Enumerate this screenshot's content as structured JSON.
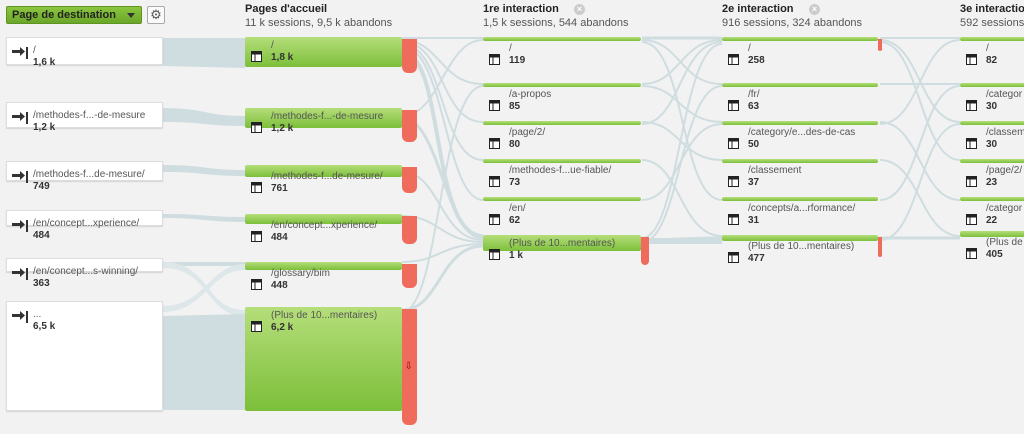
{
  "toolbar": {
    "dimension_label": "Page de destination"
  },
  "columns": [
    {
      "title": "Pages d'accueil",
      "subtitle": "11 k sessions, 9,5 k abandons",
      "closable": false
    },
    {
      "title": "1re interaction",
      "subtitle": "1,5 k sessions, 544 abandons",
      "closable": true
    },
    {
      "title": "2e interaction",
      "subtitle": "916 sessions, 324 abandons",
      "closable": true
    },
    {
      "title": "3e interaction",
      "subtitle": "592 sessions,",
      "closable": true
    }
  ],
  "sources": [
    {
      "label": "/",
      "count": "1,6 k"
    },
    {
      "label": "/methodes-f...-de-mesure",
      "count": "1,2 k"
    },
    {
      "label": "/methodes-f...de-mesure/",
      "count": "749"
    },
    {
      "label": "/en/concept...xperience/",
      "count": "484"
    },
    {
      "label": "/en/concept...s-winning/",
      "count": "363"
    },
    {
      "label": "...",
      "count": "6,5 k"
    }
  ],
  "landing": [
    {
      "label": "/",
      "count": "1,8 k"
    },
    {
      "label": "/methodes-f...-de-mesure",
      "count": "1,2 k"
    },
    {
      "label": "/methodes-f...de-mesure/",
      "count": "761"
    },
    {
      "label": "/en/concept...xperience/",
      "count": "484"
    },
    {
      "label": "/glossary/bim",
      "count": "448"
    },
    {
      "label": "(Plus de 10...mentaires)",
      "count": "6,2 k"
    }
  ],
  "interaction1": [
    {
      "label": "/",
      "count": "119"
    },
    {
      "label": "/a-propos",
      "count": "85"
    },
    {
      "label": "/page/2/",
      "count": "80"
    },
    {
      "label": "/methodes-f...ue-fiable/",
      "count": "73"
    },
    {
      "label": "/en/",
      "count": "62"
    },
    {
      "label": "(Plus de 10...mentaires)",
      "count": "1 k"
    }
  ],
  "interaction2": [
    {
      "label": "/",
      "count": "258"
    },
    {
      "label": "/fr/",
      "count": "63"
    },
    {
      "label": "/category/e...des-de-cas",
      "count": "50"
    },
    {
      "label": "/classement",
      "count": "37"
    },
    {
      "label": "/concepts/a...rformance/",
      "count": "31"
    },
    {
      "label": "(Plus de 10...mentaires)",
      "count": "477"
    }
  ],
  "interaction3": [
    {
      "label": "/",
      "count": "82"
    },
    {
      "label": "/categor",
      "count": "30"
    },
    {
      "label": "/classem",
      "count": "30"
    },
    {
      "label": "/page/2/",
      "count": "23"
    },
    {
      "label": "/categor",
      "count": "22"
    },
    {
      "label": "(Plus de",
      "count": "405"
    }
  ],
  "colors": {
    "node_green_top": "#b5de7a",
    "node_green_bottom": "#7cbf3a",
    "drop_red": "#ef6b5c",
    "flow": "#cfdde0",
    "accent": "#6aa629"
  }
}
